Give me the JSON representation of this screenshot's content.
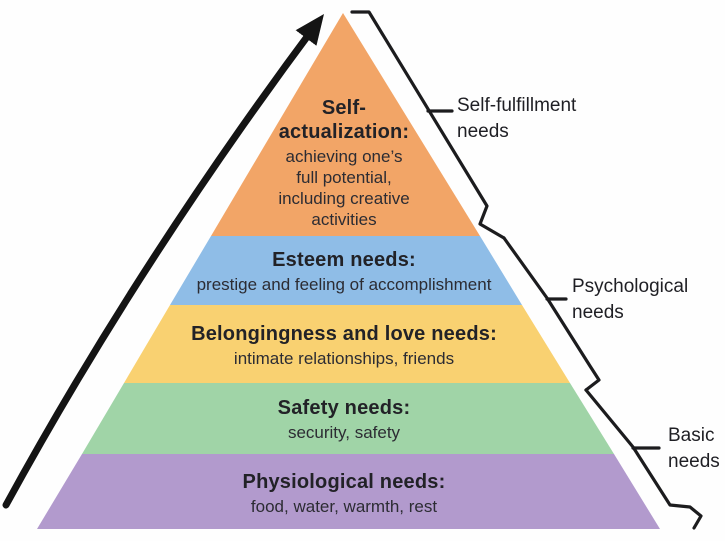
{
  "diagram": {
    "background": "#fefefe",
    "line_color": "#1c1c1e",
    "arrow_color": "#141414"
  },
  "pyramid": {
    "levels": [
      {
        "id": "self-actualization",
        "heading": "Self-\nactualization:",
        "description": "achieving one’s\nfull potential,\nincluding creative\nactivities",
        "color": "#f2a567"
      },
      {
        "id": "esteem",
        "heading": "Esteem needs:",
        "description": "prestige and feeling of accomplishment",
        "color": "#8fbde7"
      },
      {
        "id": "belongingness",
        "heading": "Belongingness and love needs:",
        "description": "intimate relationships, friends",
        "color": "#f9d171"
      },
      {
        "id": "safety",
        "heading": "Safety needs:",
        "description": "security, safety",
        "color": "#a0d4a7"
      },
      {
        "id": "physiological",
        "heading": "Physiological needs:",
        "description": "food, water, warmth, rest",
        "color": "#b29acd"
      }
    ]
  },
  "groups": [
    {
      "id": "self-fulfillment",
      "label": "Self-fulfillment\nneeds"
    },
    {
      "id": "psychological",
      "label": "Psychological\nneeds"
    },
    {
      "id": "basic",
      "label": "Basic\nneeds"
    }
  ]
}
